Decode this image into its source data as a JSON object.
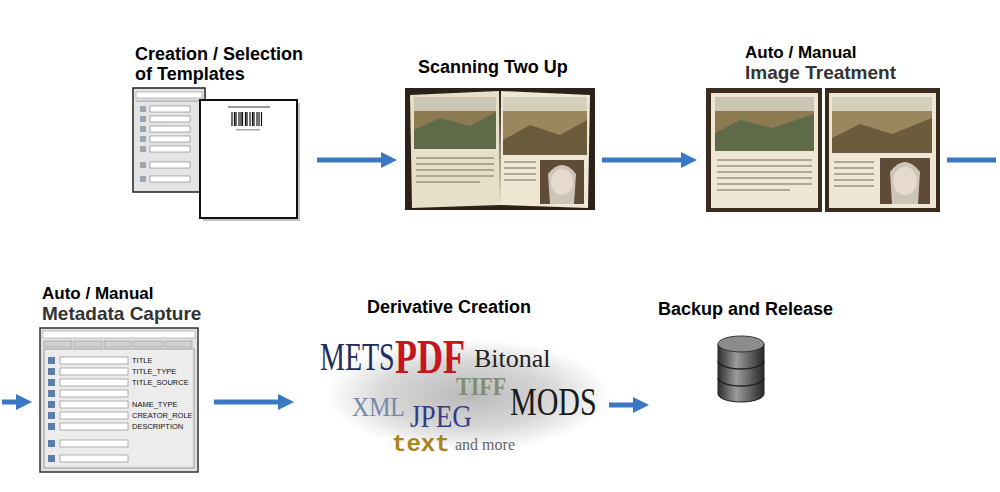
{
  "diagram": {
    "nodes": [
      {
        "text": [
          "Creation / Selection of Templates"
        ]
      },
      {
        "text": [
          "Scanning Two Up"
        ]
      },
      {
        "text": [
          "Auto / Manual",
          "Image Treatment"
        ]
      },
      {
        "text": [
          "Auto / Manual",
          "Metadata Capture"
        ]
      },
      {
        "text": [
          "Derivative Creation"
        ]
      },
      {
        "text": [
          "Backup and Release"
        ]
      }
    ],
    "edges": [
      {
        "from": 0,
        "to": 1,
        "arrow": "to"
      },
      {
        "from": 1,
        "to": 2,
        "arrow": "to"
      },
      {
        "from": 2,
        "to": 3,
        "arrow": "to"
      },
      {
        "from": 3,
        "to": 4,
        "arrow": "to"
      },
      {
        "from": 4,
        "to": 5,
        "arrow": "to"
      }
    ],
    "labels": [
      "METS",
      "PDF",
      "Bitonal",
      "TIFF",
      "XML",
      "JPEG",
      "MODS",
      "text",
      "and more",
      "TITLE",
      "TITLE_TYPE",
      "TITLE_SOURCE",
      "NAME_TYPE",
      "CREATOR_ROLE",
      "DESCRIPTION"
    ]
  }
}
